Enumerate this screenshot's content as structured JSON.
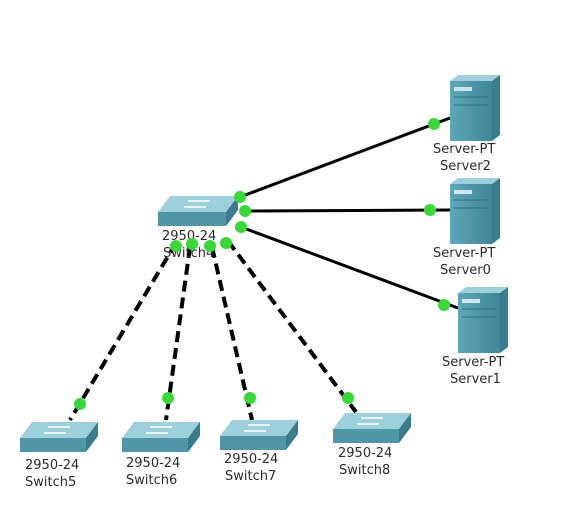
{
  "colors": {
    "port_up": "#39d839",
    "device_top": "#9ed0dc",
    "device_front": "#4f96a8",
    "device_side": "#3b7b8c",
    "link": "#000000"
  },
  "devices": {
    "switch4": {
      "model": "2950-24",
      "name": "Switch4",
      "icon": "switch-icon"
    },
    "switch5": {
      "model": "2950-24",
      "name": "Switch5",
      "icon": "switch-icon"
    },
    "switch6": {
      "model": "2950-24",
      "name": "Switch6",
      "icon": "switch-icon"
    },
    "switch7": {
      "model": "2950-24",
      "name": "Switch7",
      "icon": "switch-icon"
    },
    "switch8": {
      "model": "2950-24",
      "name": "Switch8",
      "icon": "switch-icon"
    },
    "server2": {
      "model": "Server-PT",
      "name": "Server2",
      "icon": "server-icon"
    },
    "server0": {
      "model": "Server-PT",
      "name": "Server0",
      "icon": "server-icon"
    },
    "server1": {
      "model": "Server-PT",
      "name": "Server1",
      "icon": "server-icon"
    }
  },
  "links": [
    {
      "from": "switch4",
      "to": "server2",
      "style": "solid"
    },
    {
      "from": "switch4",
      "to": "server0",
      "style": "solid"
    },
    {
      "from": "switch4",
      "to": "server1",
      "style": "solid"
    },
    {
      "from": "switch4",
      "to": "switch5",
      "style": "dashed"
    },
    {
      "from": "switch4",
      "to": "switch6",
      "style": "dashed"
    },
    {
      "from": "switch4",
      "to": "switch7",
      "style": "dashed"
    },
    {
      "from": "switch4",
      "to": "switch8",
      "style": "dashed"
    }
  ]
}
